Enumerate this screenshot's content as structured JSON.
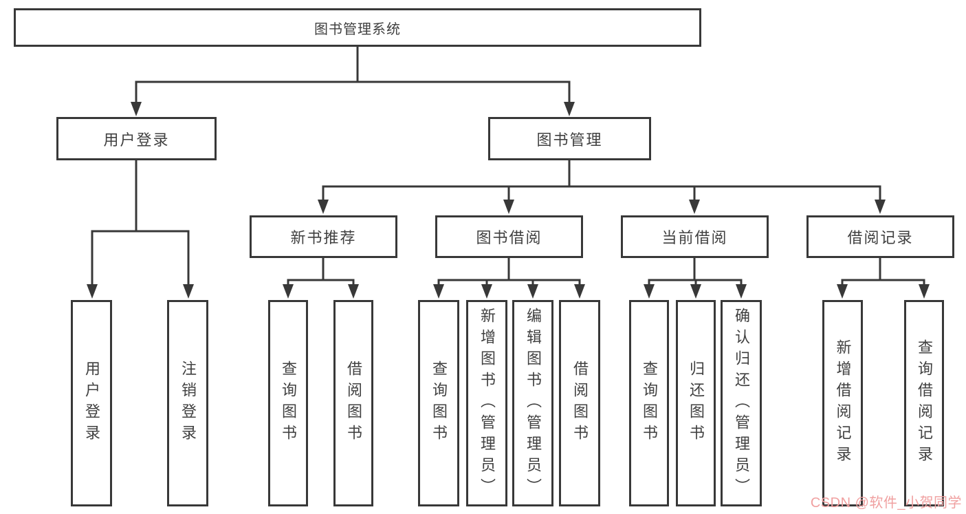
{
  "colors": {
    "line": "#383838",
    "text": "#404040",
    "background": "#ffffff",
    "watermark": "#f0a0a0"
  },
  "watermark": {
    "text": "CSDN @软件_小贺同学"
  },
  "tree": {
    "label": "图书管理系统",
    "children": [
      {
        "label": "用户登录",
        "children": [
          {
            "label": "用户登录"
          },
          {
            "label": "注销登录"
          }
        ]
      },
      {
        "label": "图书管理",
        "children": [
          {
            "label": "新书推荐",
            "children": [
              {
                "label": "查询图书"
              },
              {
                "label": "借阅图书"
              }
            ]
          },
          {
            "label": "图书借阅",
            "children": [
              {
                "label": "查询图书"
              },
              {
                "label": "新增图书（管理员）"
              },
              {
                "label": "编辑图书（管理员）"
              },
              {
                "label": "借阅图书"
              }
            ]
          },
          {
            "label": "当前借阅",
            "children": [
              {
                "label": "查询图书"
              },
              {
                "label": "归还图书"
              },
              {
                "label": "确认归还（管理员）"
              }
            ]
          },
          {
            "label": "借阅记录",
            "children": [
              {
                "label": "新增借阅记录"
              },
              {
                "label": "查询借阅记录"
              }
            ]
          }
        ]
      }
    ]
  }
}
